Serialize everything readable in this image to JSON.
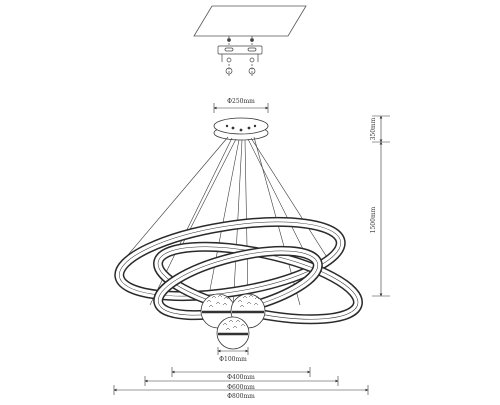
{
  "dimensions": {
    "canopy_diameter": "Φ250mm",
    "drop_height": "1500mm",
    "canopy_height": "350mm",
    "ball_diameter": "Φ100mm",
    "ring_small": "Φ400mm",
    "ring_medium": "Φ600mm",
    "ring_large": "Φ800mm"
  },
  "colors": {
    "line": "#333333",
    "ring_outline": "#2a2a2a",
    "ball_fill": "#ffffff",
    "background": "#ffffff"
  }
}
